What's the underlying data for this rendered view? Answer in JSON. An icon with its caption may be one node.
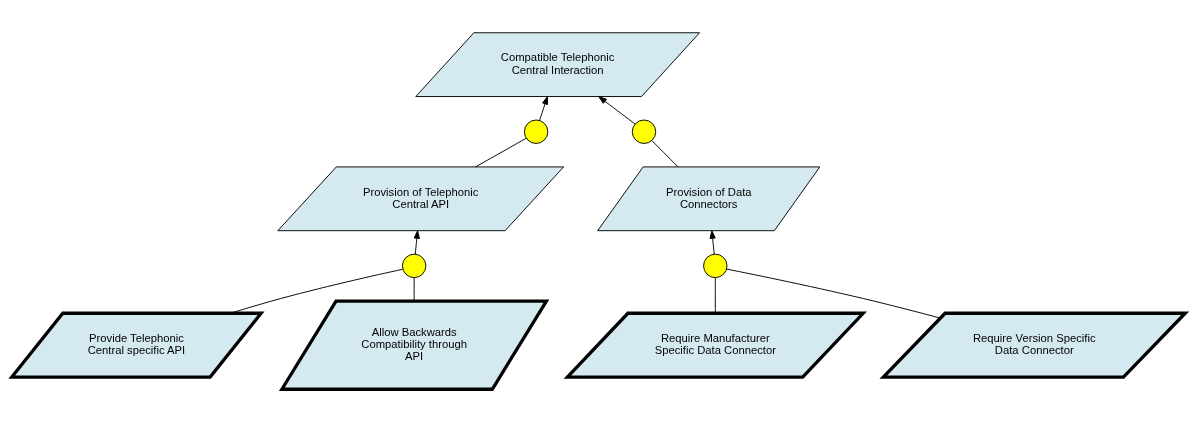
{
  "diagram": {
    "nodes": [
      {
        "text": [
          "Compatible Telephonic Central Interaction"
        ]
      },
      {
        "text": [],
        "shape": "circle"
      },
      {
        "text": [],
        "shape": "circle"
      },
      {
        "text": [
          "Provision of Telephonic Central API"
        ]
      },
      {
        "text": [
          "Provision of Data Connectors"
        ]
      },
      {
        "text": [],
        "shape": "circle"
      },
      {
        "text": [],
        "shape": "circle"
      },
      {
        "text": [
          "Provide Telephonic Central specific API"
        ]
      },
      {
        "text": [
          "Allow Backwards Compatibility through API"
        ]
      },
      {
        "text": [
          "Require Manufacturer Specific Data Connector"
        ]
      },
      {
        "text": [
          "Require Version Specific Data Connector"
        ]
      }
    ],
    "edges": [
      {
        "from": 1,
        "to": 0,
        "arrow": "to"
      },
      {
        "from": 2,
        "to": 0,
        "arrow": "to"
      },
      {
        "from": 3,
        "to": 1,
        "arrow": "none"
      },
      {
        "from": 4,
        "to": 2,
        "arrow": "none"
      },
      {
        "from": 5,
        "to": 3,
        "arrow": "to"
      },
      {
        "from": 6,
        "to": 4,
        "arrow": "to"
      },
      {
        "from": 7,
        "to": 5,
        "arrow": "none"
      },
      {
        "from": 8,
        "to": 5,
        "arrow": "none"
      },
      {
        "from": 9,
        "to": 6,
        "arrow": "none"
      },
      {
        "from": 10,
        "to": 6,
        "arrow": "none"
      }
    ]
  }
}
